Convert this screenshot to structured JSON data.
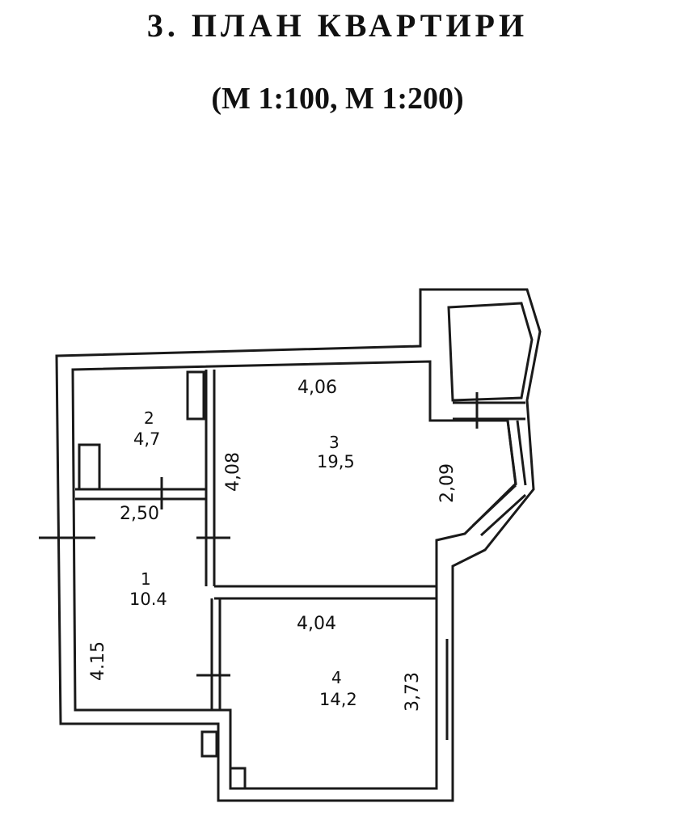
{
  "header": {
    "title": "3. ПЛАН КВАРТИРИ",
    "scale": "(М 1:100, М 1:200)"
  },
  "plan": {
    "rooms": [
      {
        "number": "1",
        "area": "10.4"
      },
      {
        "number": "2",
        "area": "4,7"
      },
      {
        "number": "3",
        "area": "19,5"
      },
      {
        "number": "4",
        "area": "14,2"
      }
    ],
    "dimensions": {
      "room3_width": "4,06",
      "room3_depth": "4,08",
      "bay_wall": "2,09",
      "room1_width": "2,50",
      "room1_depth": "4.15",
      "room4_width": "4,04",
      "room4_depth": "3,73"
    },
    "colors": {
      "wall": "#1a1a1a",
      "paper": "#ffffff"
    }
  }
}
